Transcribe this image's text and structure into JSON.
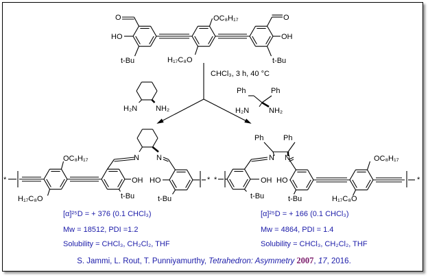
{
  "monomer": {
    "cho_o_left": "O",
    "ho_left": "HO",
    "tbu_left": "t-Bu",
    "oc8h17_top": "OC₈H₁₇",
    "h17c8o_bottom": "H₁₇C₈O",
    "cho_o_right": "O",
    "oh_right": "OH",
    "tbu_right": "t-Bu"
  },
  "conditions": "CHCl₃, 3 h, 40 °C",
  "diamine_left": {
    "h2n": "H₂N",
    "nh2": "NH₂"
  },
  "diamine_right": {
    "ph1": "Ph",
    "ph2": "Ph",
    "h2n": "H₂N",
    "nh2": "NH₂"
  },
  "polymer_left": {
    "star_left": "*",
    "star_right": "*",
    "oc8h17": "OC₈H₁₇",
    "h17c8o": "H₁₇C₈O",
    "n1": "N",
    "n2": "N",
    "oh": "OH",
    "ho": "HO",
    "tbu1": "t-Bu",
    "tbu2": "t-Bu",
    "rotation": "[α]²⁵D = + 376 (0.1 CHCl₃)",
    "mw": "Mw = 18512, PDI =1.2",
    "solubility": "Solubility = CHCl₃, CH₂Cl₂, THF"
  },
  "polymer_right": {
    "star_left": "*",
    "star_right": "*",
    "ph1": "Ph",
    "ph2": "Ph",
    "n1": "N",
    "n2": "N",
    "oh": "OH",
    "ho": "HO",
    "tbu1": "t-Bu",
    "tbu2": "t-Bu",
    "oc8h17": "OC₈H₁₇",
    "h17c8o": "H₁₇C₈O",
    "rotation": "[α]²⁵D = + 166 (0.1 CHCl₃)",
    "mw": "Mw = 4864, PDI = 1.4",
    "solubility": "Solubility = CHCl₃, CH₂Cl₂, THF"
  },
  "citation": {
    "authors": "S. Jammi, L. Rout, T. Punniyamurthy, ",
    "journal": "Tetrahedron: Asymmetry",
    "year": "2007",
    "volume": "17",
    "pages": ", 2016."
  },
  "colors": {
    "text_blue": "#1a1aa8",
    "year": "#7a1a6a"
  }
}
